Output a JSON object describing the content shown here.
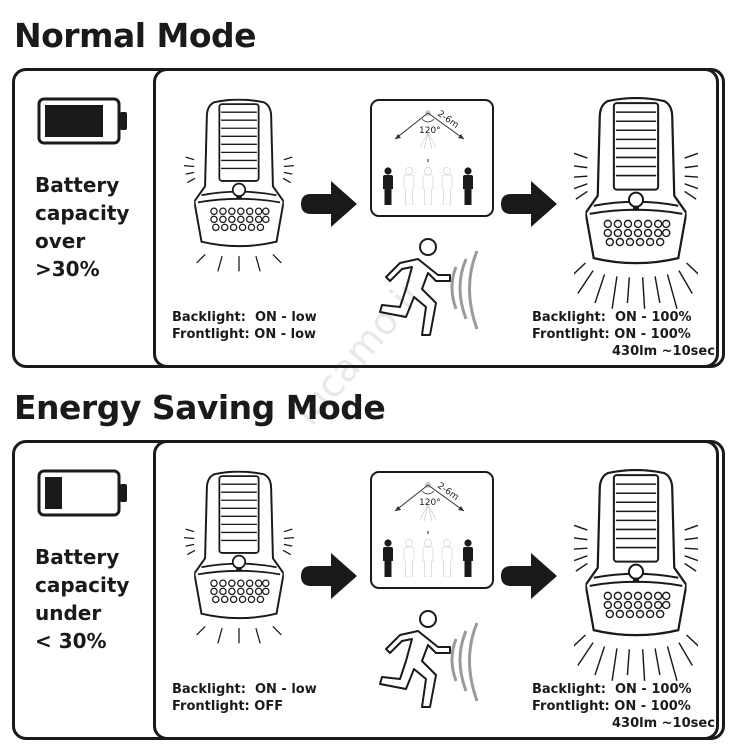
{
  "sections": [
    {
      "title": "Normal Mode",
      "battery_level": 0.85,
      "capacity_lines": [
        "Battery",
        "capacity",
        "over",
        ">30%"
      ],
      "before": {
        "backlight": "Backlight:  ON - low",
        "frontlight": "Frontlight: ON - low"
      },
      "sensor": {
        "range": "2-6m",
        "angle": "120°"
      },
      "after": {
        "backlight": "Backlight:  ON - 100%",
        "frontlight": "Frontlight: ON - 100%",
        "note": "430lm ~10sec."
      }
    },
    {
      "title": "Energy Saving Mode",
      "battery_level": 0.25,
      "capacity_lines": [
        "Battery",
        "capacity",
        "under",
        "< 30%"
      ],
      "before": {
        "backlight": "Backlight:  ON - low",
        "frontlight": "Frontlight: OFF"
      },
      "sensor": {
        "range": "2-6m",
        "angle": "120°"
      },
      "after": {
        "backlight": "Backlight:  ON - 100%",
        "frontlight": "Frontlight: ON - 100%",
        "note": "430lm ~10sec."
      }
    }
  ],
  "watermark": "lucamo.ir",
  "colors": {
    "ink": "#1a1a1a",
    "ghost": "#c8c8c8"
  }
}
